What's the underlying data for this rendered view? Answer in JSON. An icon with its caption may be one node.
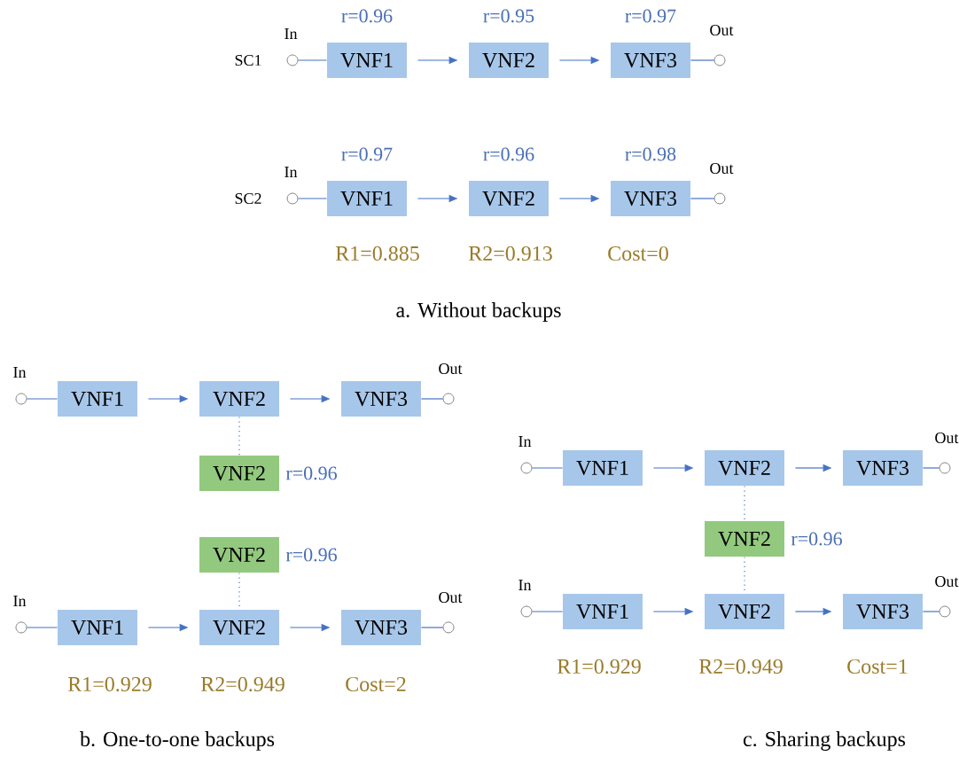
{
  "diagram": {
    "nodes": [
      {
        "text": [],
        "shape": "circle",
        "beside": [
          "In"
        ]
      },
      {
        "text": [
          "VNF1"
        ],
        "beside": [
          "r=0.96"
        ]
      },
      {
        "text": [
          "VNF2"
        ],
        "beside": [
          "r=0.95"
        ]
      },
      {
        "text": [
          "VNF3"
        ],
        "beside": [
          "r=0.97"
        ]
      },
      {
        "text": [],
        "shape": "circle",
        "beside": [
          "Out"
        ]
      },
      {
        "text": [],
        "shape": "circle",
        "beside": [
          "In"
        ]
      },
      {
        "text": [
          "VNF1"
        ],
        "beside": [
          "r=0.97"
        ]
      },
      {
        "text": [
          "VNF2"
        ],
        "beside": [
          "r=0.96"
        ]
      },
      {
        "text": [
          "VNF3"
        ],
        "beside": [
          "r=0.98"
        ]
      },
      {
        "text": [],
        "shape": "circle",
        "beside": [
          "Out"
        ]
      },
      {
        "text": [],
        "shape": "circle",
        "beside": [
          "In"
        ]
      },
      {
        "text": [
          "VNF1"
        ]
      },
      {
        "text": [
          "VNF2"
        ]
      },
      {
        "text": [
          "VNF3"
        ]
      },
      {
        "text": [],
        "shape": "circle",
        "beside": [
          "Out"
        ]
      },
      {
        "text": [
          "VNF2"
        ],
        "beside": [
          "r=0.96"
        ]
      },
      {
        "text": [
          "VNF2"
        ],
        "beside": [
          "r=0.96"
        ]
      },
      {
        "text": [],
        "shape": "circle",
        "beside": [
          "In"
        ]
      },
      {
        "text": [
          "VNF1"
        ]
      },
      {
        "text": [
          "VNF2"
        ]
      },
      {
        "text": [
          "VNF3"
        ]
      },
      {
        "text": [],
        "shape": "circle",
        "beside": [
          "Out"
        ]
      },
      {
        "text": [],
        "shape": "circle",
        "beside": [
          "In"
        ]
      },
      {
        "text": [
          "VNF1"
        ]
      },
      {
        "text": [
          "VNF2"
        ]
      },
      {
        "text": [
          "VNF3"
        ]
      },
      {
        "text": [],
        "shape": "circle",
        "beside": [
          "Out"
        ]
      },
      {
        "text": [
          "VNF2"
        ],
        "beside": [
          "r=0.96"
        ]
      },
      {
        "text": [],
        "shape": "circle",
        "beside": [
          "In"
        ]
      },
      {
        "text": [
          "VNF1"
        ]
      },
      {
        "text": [
          "VNF2"
        ]
      },
      {
        "text": [
          "VNF3"
        ]
      },
      {
        "text": [],
        "shape": "circle",
        "beside": [
          "Out"
        ]
      }
    ],
    "edges": [
      {
        "from": 0,
        "to": 1,
        "arrow": "none"
      },
      {
        "from": 1,
        "to": 2,
        "arrow": "to"
      },
      {
        "from": 2,
        "to": 3,
        "arrow": "to"
      },
      {
        "from": 3,
        "to": 4,
        "arrow": "none"
      },
      {
        "from": 5,
        "to": 6,
        "arrow": "none"
      },
      {
        "from": 6,
        "to": 7,
        "arrow": "to"
      },
      {
        "from": 7,
        "to": 8,
        "arrow": "to"
      },
      {
        "from": 8,
        "to": 9,
        "arrow": "none"
      },
      {
        "from": 10,
        "to": 11,
        "arrow": "none"
      },
      {
        "from": 11,
        "to": 12,
        "arrow": "to"
      },
      {
        "from": 12,
        "to": 13,
        "arrow": "to"
      },
      {
        "from": 13,
        "to": 14,
        "arrow": "none"
      },
      {
        "from": 12,
        "to": 15,
        "arrow": "none",
        "style": "dashed"
      },
      {
        "from": 16,
        "to": 19,
        "arrow": "none",
        "style": "dashed"
      },
      {
        "from": 17,
        "to": 18,
        "arrow": "none"
      },
      {
        "from": 18,
        "to": 19,
        "arrow": "to"
      },
      {
        "from": 19,
        "to": 20,
        "arrow": "to"
      },
      {
        "from": 20,
        "to": 21,
        "arrow": "none"
      },
      {
        "from": 22,
        "to": 23,
        "arrow": "none"
      },
      {
        "from": 23,
        "to": 24,
        "arrow": "to"
      },
      {
        "from": 24,
        "to": 25,
        "arrow": "to"
      },
      {
        "from": 25,
        "to": 26,
        "arrow": "none"
      },
      {
        "from": 24,
        "to": 27,
        "arrow": "none",
        "style": "dashed"
      },
      {
        "from": 27,
        "to": 30,
        "arrow": "none",
        "style": "dashed"
      },
      {
        "from": 28,
        "to": 29,
        "arrow": "none"
      },
      {
        "from": 29,
        "to": 30,
        "arrow": "to"
      },
      {
        "from": 30,
        "to": 31,
        "arrow": "to"
      },
      {
        "from": 31,
        "to": 32,
        "arrow": "none"
      }
    ],
    "labels": [
      "SC1",
      "SC2",
      "R1=0.885",
      "R2=0.913",
      "Cost=0",
      "a. Without backups",
      "R1=0.929",
      "R2=0.949",
      "Cost=2",
      "b. One-to-one backups",
      "R1=0.929",
      "R2=0.949",
      "Cost=1",
      "c. Sharing backups"
    ]
  }
}
